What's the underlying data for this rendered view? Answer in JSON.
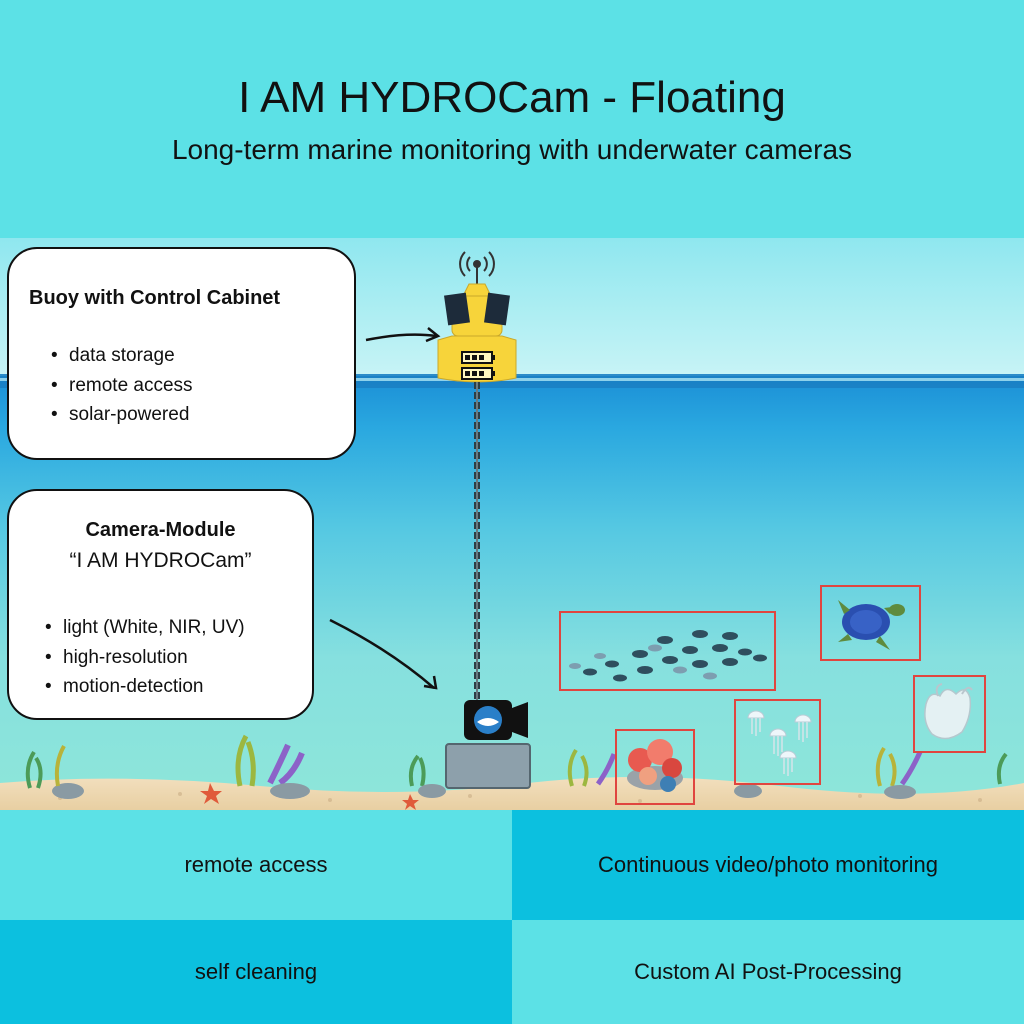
{
  "header": {
    "title": "I AM HYDROCam - Floating",
    "subtitle": "Long-term marine monitoring with underwater cameras"
  },
  "callouts": {
    "buoy": {
      "title": "Buoy with Control Cabinet",
      "items": [
        "data storage",
        "remote access",
        "solar-powered"
      ]
    },
    "camera": {
      "title": "Camera-Module",
      "subtitle": "“I AM HYDROCam”",
      "items": [
        "light (White, NIR, UV)",
        "high-resolution",
        "motion-detection"
      ]
    }
  },
  "detections": [
    "fish-school",
    "sea-turtle",
    "coral",
    "jellyfish",
    "plastic-bag"
  ],
  "features": [
    {
      "label": "remote access"
    },
    {
      "label": "Continuous video/photo monitoring"
    },
    {
      "label": "self cleaning"
    },
    {
      "label": "Custom AI Post-Processing"
    }
  ],
  "colors": {
    "background": "#5ce1e6",
    "tile_dark": "#0cc0df",
    "detection_box": "#e0453f",
    "buoy": "#f7d43a",
    "water_surface": "#1a98d8"
  }
}
